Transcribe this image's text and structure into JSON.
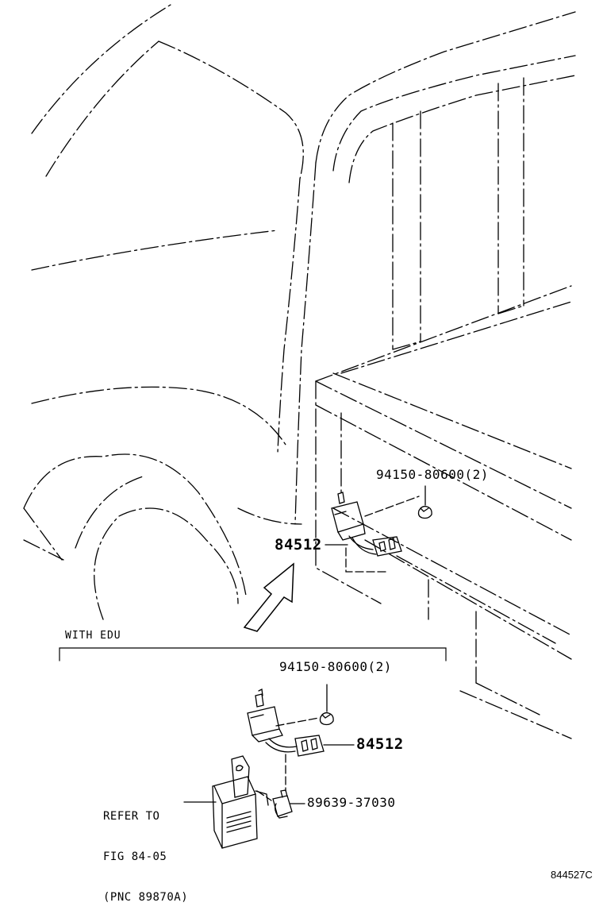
{
  "diagram": {
    "upper": {
      "part_clip": "94150-80600(2)",
      "part_sensor": "84512"
    },
    "inset": {
      "title": "WITH EDU",
      "part_clip": "94150-80600(2)",
      "part_sensor": "84512",
      "part_connector": "89639-37030",
      "reference": {
        "line1": "REFER TO",
        "line2": "FIG 84-05",
        "line3": "(PNC 89870A)"
      }
    },
    "figure_code": "844527C"
  }
}
